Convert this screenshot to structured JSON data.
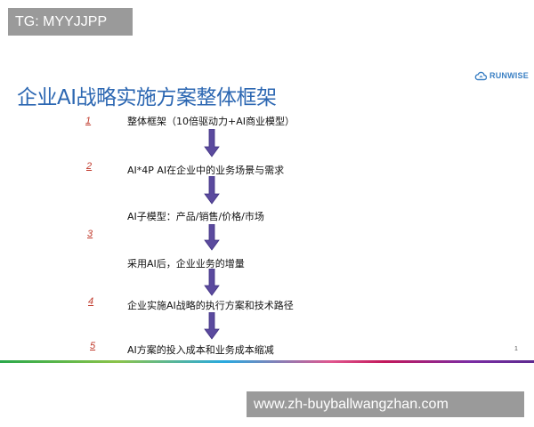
{
  "watermark_top": "TG: MYYJJPP",
  "logo": {
    "text": "RUNWISE",
    "icon": "cloud-icon",
    "color": "#3b80c4"
  },
  "title": "企业AI战略实施方案整体框架",
  "steps": [
    {
      "number": "1",
      "text": "整体框架（10倍驱动力+AI商业模型）"
    },
    {
      "number": "2",
      "text": "AI*4P AI在企业中的业务场景与需求"
    },
    {
      "number": "",
      "text": "AI子模型：产品/销售/价格/市场"
    },
    {
      "number": "3",
      "text": ""
    },
    {
      "number": "",
      "text": "采用AI后，企业业务的增量"
    },
    {
      "number": "4",
      "text": "企业实施AI战略的执行方案和技术路径"
    },
    {
      "number": "5",
      "text": "AI方案的投入成本和业务成本缩减"
    }
  ],
  "page_number": "1",
  "watermark_bottom": "www.zh-buyballwangzhan.com",
  "colors": {
    "title": "#2c67b2",
    "numbers": "#c0392b",
    "arrow_fill": "#5b4a9e"
  }
}
